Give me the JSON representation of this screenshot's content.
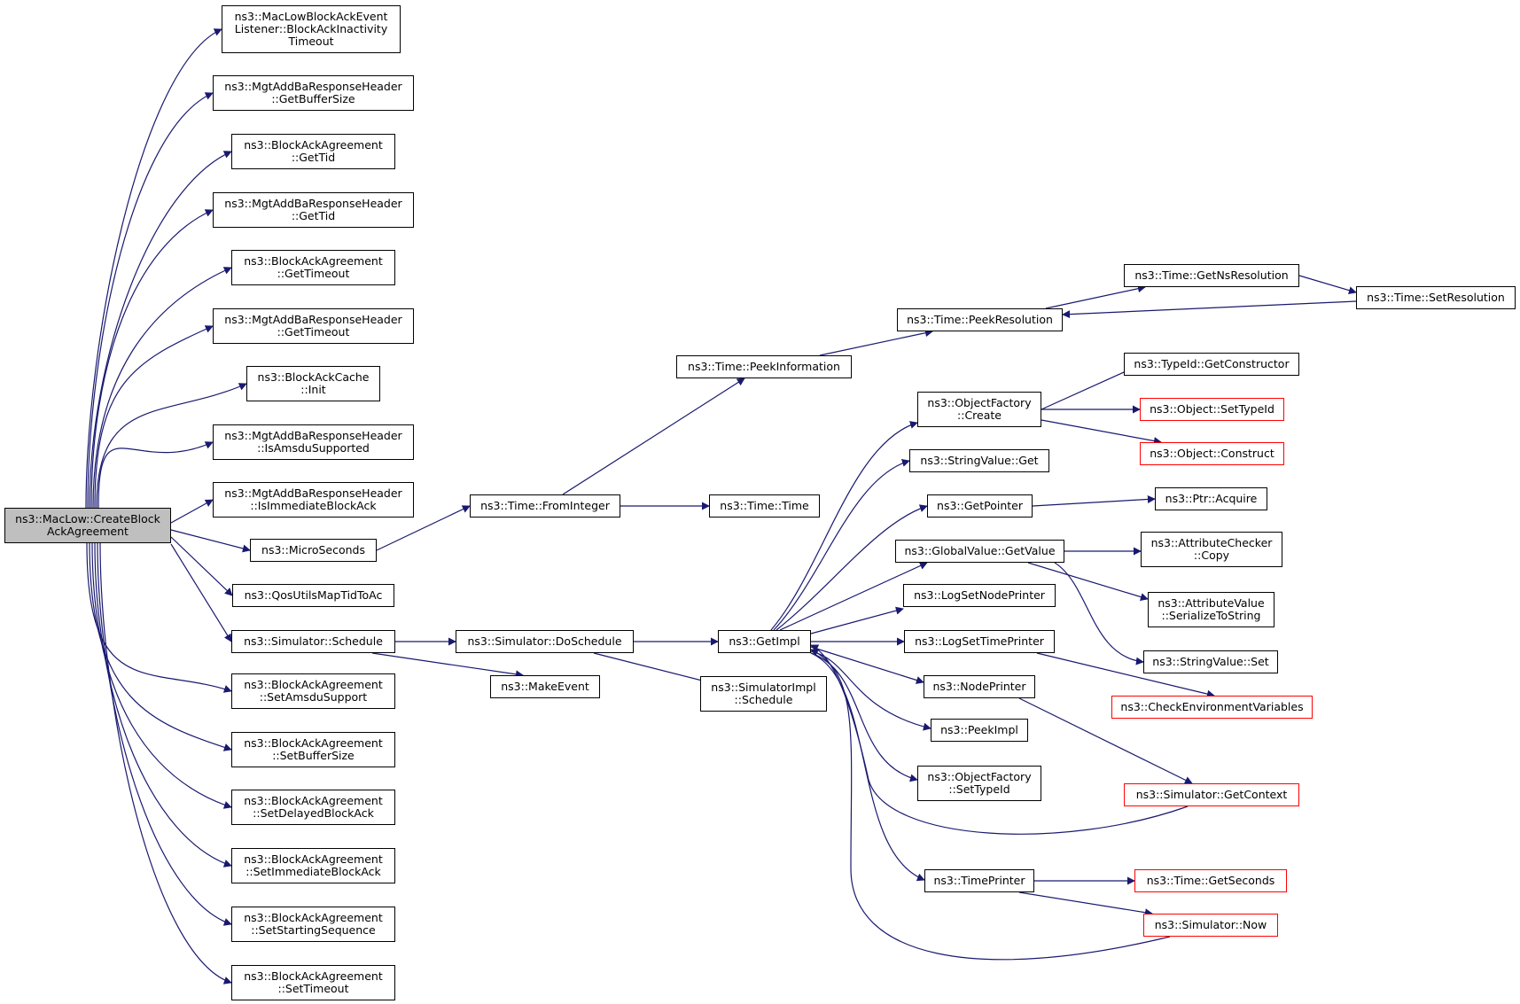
{
  "colors": {
    "edge": "#191970",
    "root_fill": "#bfbfbf",
    "incomplete_border": "#ff0000"
  },
  "root": {
    "lines": [
      "ns3::MacLow::CreateBlock",
      "AckAgreement"
    ]
  },
  "nodes": [
    {
      "id": "n1",
      "lines": [
        "ns3::MacLowBlockAckEvent",
        "Listener::BlockAckInactivity",
        "Timeout"
      ]
    },
    {
      "id": "n2",
      "lines": [
        "ns3::MgtAddBaResponseHeader",
        "::GetBufferSize"
      ]
    },
    {
      "id": "n3",
      "lines": [
        "ns3::BlockAckAgreement",
        "::GetTid"
      ]
    },
    {
      "id": "n4",
      "lines": [
        "ns3::MgtAddBaResponseHeader",
        "::GetTid"
      ]
    },
    {
      "id": "n5",
      "lines": [
        "ns3::BlockAckAgreement",
        "::GetTimeout"
      ]
    },
    {
      "id": "n6",
      "lines": [
        "ns3::MgtAddBaResponseHeader",
        "::GetTimeout"
      ]
    },
    {
      "id": "n7",
      "lines": [
        "ns3::BlockAckCache",
        "::Init"
      ]
    },
    {
      "id": "n8",
      "lines": [
        "ns3::MgtAddBaResponseHeader",
        "::IsAmsduSupported"
      ]
    },
    {
      "id": "n9",
      "lines": [
        "ns3::MgtAddBaResponseHeader",
        "::IsImmediateBlockAck"
      ]
    },
    {
      "id": "n10",
      "lines": [
        "ns3::MicroSeconds"
      ]
    },
    {
      "id": "n11",
      "lines": [
        "ns3::QosUtilsMapTidToAc"
      ]
    },
    {
      "id": "n12",
      "lines": [
        "ns3::Simulator::Schedule"
      ]
    },
    {
      "id": "n13",
      "lines": [
        "ns3::BlockAckAgreement",
        "::SetAmsduSupport"
      ]
    },
    {
      "id": "n14",
      "lines": [
        "ns3::BlockAckAgreement",
        "::SetBufferSize"
      ]
    },
    {
      "id": "n15",
      "lines": [
        "ns3::BlockAckAgreement",
        "::SetDelayedBlockAck"
      ]
    },
    {
      "id": "n16",
      "lines": [
        "ns3::BlockAckAgreement",
        "::SetImmediateBlockAck"
      ]
    },
    {
      "id": "n17",
      "lines": [
        "ns3::BlockAckAgreement",
        "::SetStartingSequence"
      ]
    },
    {
      "id": "n18",
      "lines": [
        "ns3::BlockAckAgreement",
        "::SetTimeout"
      ]
    },
    {
      "id": "n19",
      "lines": [
        "ns3::Time::FromInteger"
      ]
    },
    {
      "id": "n20",
      "lines": [
        "ns3::Time::PeekInformation"
      ]
    },
    {
      "id": "n21",
      "lines": [
        "ns3::Time::Time"
      ]
    },
    {
      "id": "n22",
      "lines": [
        "ns3::Time::PeekResolution"
      ]
    },
    {
      "id": "n23",
      "lines": [
        "ns3::Time::GetNsResolution"
      ]
    },
    {
      "id": "n24",
      "lines": [
        "ns3::Time::SetResolution"
      ]
    },
    {
      "id": "n25",
      "lines": [
        "ns3::Simulator::DoSchedule"
      ]
    },
    {
      "id": "n26",
      "lines": [
        "ns3::MakeEvent"
      ]
    },
    {
      "id": "n27",
      "lines": [
        "ns3::GetImpl"
      ]
    },
    {
      "id": "n28",
      "lines": [
        "ns3::SimulatorImpl",
        "::Schedule"
      ]
    },
    {
      "id": "n29",
      "lines": [
        "ns3::ObjectFactory",
        "::Create"
      ]
    },
    {
      "id": "n30",
      "lines": [
        "ns3::StringValue::Get"
      ]
    },
    {
      "id": "n31",
      "lines": [
        "ns3::GetPointer"
      ]
    },
    {
      "id": "n32",
      "lines": [
        "ns3::GlobalValue::GetValue"
      ]
    },
    {
      "id": "n33",
      "lines": [
        "ns3::LogSetNodePrinter"
      ]
    },
    {
      "id": "n34",
      "lines": [
        "ns3::LogSetTimePrinter"
      ]
    },
    {
      "id": "n35",
      "lines": [
        "ns3::NodePrinter"
      ]
    },
    {
      "id": "n36",
      "lines": [
        "ns3::PeekImpl"
      ]
    },
    {
      "id": "n37",
      "lines": [
        "ns3::ObjectFactory",
        "::SetTypeId"
      ]
    },
    {
      "id": "n38",
      "lines": [
        "ns3::TimePrinter"
      ]
    },
    {
      "id": "n39",
      "lines": [
        "ns3::TypeId::GetConstructor"
      ]
    },
    {
      "id": "n40",
      "lines": [
        "ns3::Object::SetTypeId"
      ],
      "red": true
    },
    {
      "id": "n41",
      "lines": [
        "ns3::Object::Construct"
      ],
      "red": true
    },
    {
      "id": "n42",
      "lines": [
        "ns3::Ptr::Acquire"
      ]
    },
    {
      "id": "n43",
      "lines": [
        "ns3::AttributeChecker",
        "::Copy"
      ]
    },
    {
      "id": "n44",
      "lines": [
        "ns3::AttributeValue",
        "::SerializeToString"
      ]
    },
    {
      "id": "n45",
      "lines": [
        "ns3::StringValue::Set"
      ]
    },
    {
      "id": "n46",
      "lines": [
        "ns3::CheckEnvironmentVariables"
      ],
      "red": true
    },
    {
      "id": "n47",
      "lines": [
        "ns3::Simulator::GetContext"
      ],
      "red": true
    },
    {
      "id": "n48",
      "lines": [
        "ns3::Time::GetSeconds"
      ],
      "red": true
    },
    {
      "id": "n49",
      "lines": [
        "ns3::Simulator::Now"
      ],
      "red": true
    }
  ]
}
